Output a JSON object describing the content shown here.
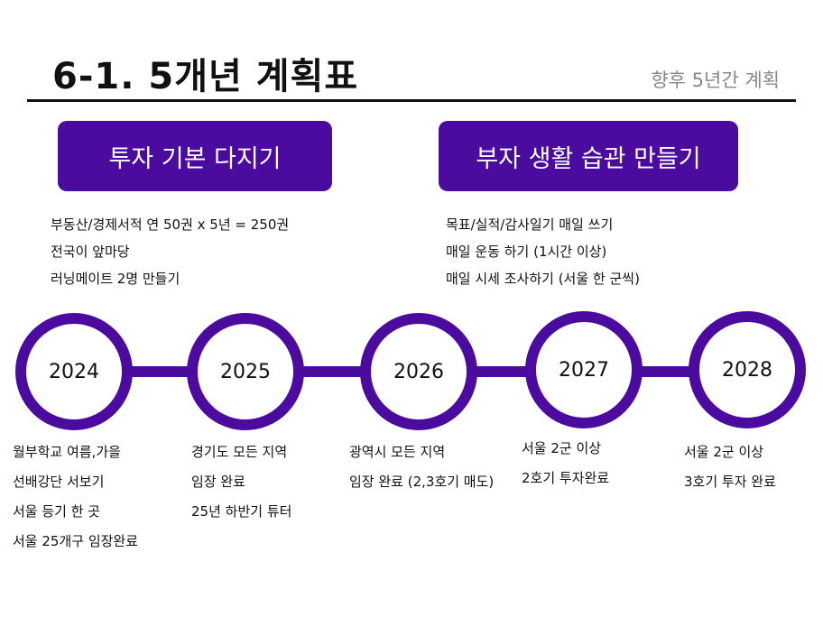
{
  "header": {
    "title": "6-1. 5개년 계획표",
    "subtitle": "향후 5년간 계획"
  },
  "banners": [
    "투자 기본 다지기",
    "부자 생활 습관 만들기"
  ],
  "left_goals": [
    "부동산/경제서적 연 50권 x 5년 = 250권",
    "전국이 앞마당",
    "러닝메이트 2명 만들기"
  ],
  "right_goals": [
    "목표/실적/감사일기 매일 쓰기",
    "매일 운동 하기 (1시간 이상)",
    "매일 시세 조사하기 (서울 한 군씩)"
  ],
  "timeline": [
    {
      "year": "2024",
      "items": [
        "월부학교 여름,가을",
        "선배강단 서보기",
        "서울 등기 한 곳",
        "서울 25개구 임장완료"
      ]
    },
    {
      "year": "2025",
      "items": [
        "경기도 모든 지역",
        "임장 완료",
        "25년 하반기 튜터"
      ]
    },
    {
      "year": "2026",
      "items": [
        "광역시 모든 지역",
        "임장 완료 (2,3호기 매도)"
      ]
    },
    {
      "year": "2027",
      "items": [
        "서울 2군 이상",
        "2호기 투자완료"
      ]
    },
    {
      "year": "2028",
      "items": [
        "서울 2군 이상",
        "3호기 투자 완료"
      ]
    }
  ],
  "colors": {
    "accent": "#4b0b9e"
  }
}
